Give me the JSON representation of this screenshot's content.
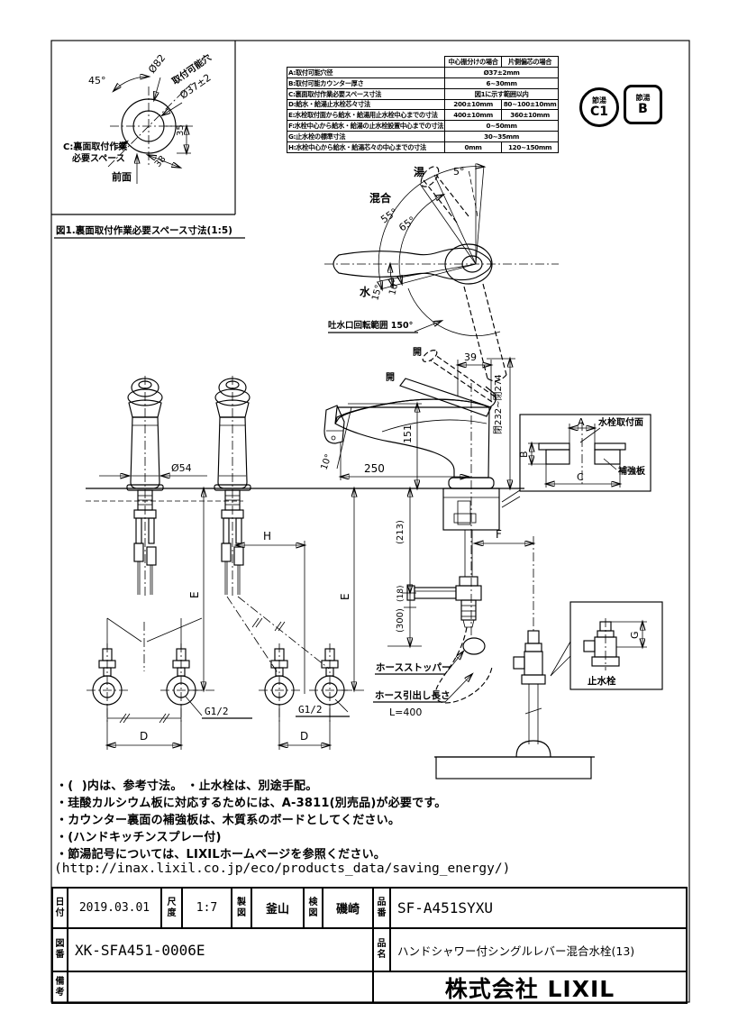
{
  "figure1": {
    "caption": "図1.裏面取付作業必要スペース寸法(1:5)",
    "angle_45": "45°",
    "outer_dia": "Ø82",
    "hole_label": "取付可能穴",
    "hole_dia": "Ø37±2",
    "dim_35": "35",
    "dim_38": "38",
    "space_line1": "C:裏面取付作業",
    "space_line2": "必要スペース",
    "front_label": "前面"
  },
  "spec_table": {
    "headers": {
      "center": "中心振分けの場合",
      "side": "片側偏芯の場合"
    },
    "rows": [
      {
        "label": "A:取付可能穴径",
        "center": "Ø37±2mm",
        "side": ""
      },
      {
        "label": "B:取付可能カウンター厚さ",
        "center": "6~30mm",
        "side": ""
      },
      {
        "label": "C:裏面取付作業必要スペース寸法",
        "center": "図1に示す範囲以内",
        "side": ""
      },
      {
        "label": "D:給水・給湯止水栓芯々寸法",
        "center": "200±10mm",
        "side": "80~100±10mm"
      },
      {
        "label": "E:水栓取付面から給水・給湯用止水栓中心までの寸法",
        "center": "400±10mm",
        "side": "360±10mm"
      },
      {
        "label": "F:水栓中心から給水・給湯の止水栓設置中心までの寸法",
        "center": "0~50mm",
        "side": ""
      },
      {
        "label": "G:止水栓の標準寸法",
        "center": "30~35mm",
        "side": ""
      },
      {
        "label": "H:水栓中心から給水・給湯芯々の中心までの寸法",
        "center": "0mm",
        "side": "120~150mm"
      }
    ]
  },
  "badges": {
    "eco_c1_line1": "節湯",
    "eco_c1_line2": "C1",
    "eco_b_line1": "節湯",
    "eco_b_line2": "B"
  },
  "top_view": {
    "hot": "湯",
    "deg5": "5°",
    "mix": "混合",
    "deg55": "55°",
    "deg65": "65°",
    "cold": "水",
    "deg15": "15°",
    "deg10": "10°",
    "rotation_range": "吐水口回転範囲 150°"
  },
  "side_view": {
    "dim39": "39",
    "open_a": "開",
    "open_b": "開",
    "dim151": "151",
    "dim250": "250",
    "deg10": "10°",
    "closed_range": "閉232~閉274",
    "dim213": "(213)",
    "dim18": "(18)",
    "dim300": "(300)",
    "dim_f": "F",
    "hose_stopper": "ホースストッパー",
    "hose_pull_label": "ホース引出し長さ",
    "hose_pull_len": "L=400"
  },
  "mount_detail": {
    "dim_a": "A",
    "dim_b": "B",
    "dim_c": "C",
    "mount_surface": "水栓取付面",
    "reinforce_board": "補強板"
  },
  "front_view": {
    "dia54": "Ø54",
    "dim_h": "H",
    "dim_e_left": "E",
    "dim_e_right": "E",
    "dim_d_left": "D",
    "dim_d_right": "D",
    "thread_left": "G1/2",
    "thread_right": "G1/2"
  },
  "valve_detail": {
    "dim_g": "G",
    "label": "止水栓"
  },
  "notes": [
    "・(  )内は、参考寸法。 ・止水栓は、別途手配。",
    "・珪酸カルシウム板に対応するためには、A-3811(別売品)が必要です。",
    "・カウンター裏面の補強板は、木質系のボードとしてください。",
    "・(ハンドキッチンスプレー付)",
    "・節湯記号については、LIXILホームページを参照ください。",
    "(http://inax.lixil.co.jp/eco/products_data/saving_energy/)"
  ],
  "title_block": {
    "date_label": "日付",
    "date": "2019.03.01",
    "scale_label": "尺度",
    "scale": "1:7",
    "drafter_label": "製図",
    "drafter": "釜山",
    "checker_label": "検図",
    "checker": "磯崎",
    "part_label": "品番",
    "part_no": "SF-A451SYXU",
    "dwg_label": "図番",
    "dwg_no": "XK-SFA451-0006E",
    "name_label": "品名",
    "product_name": "ハンドシャワー付シングルレバー混合水栓(13)",
    "remarks_label": "備考",
    "company": "株式会社 LIXIL"
  }
}
